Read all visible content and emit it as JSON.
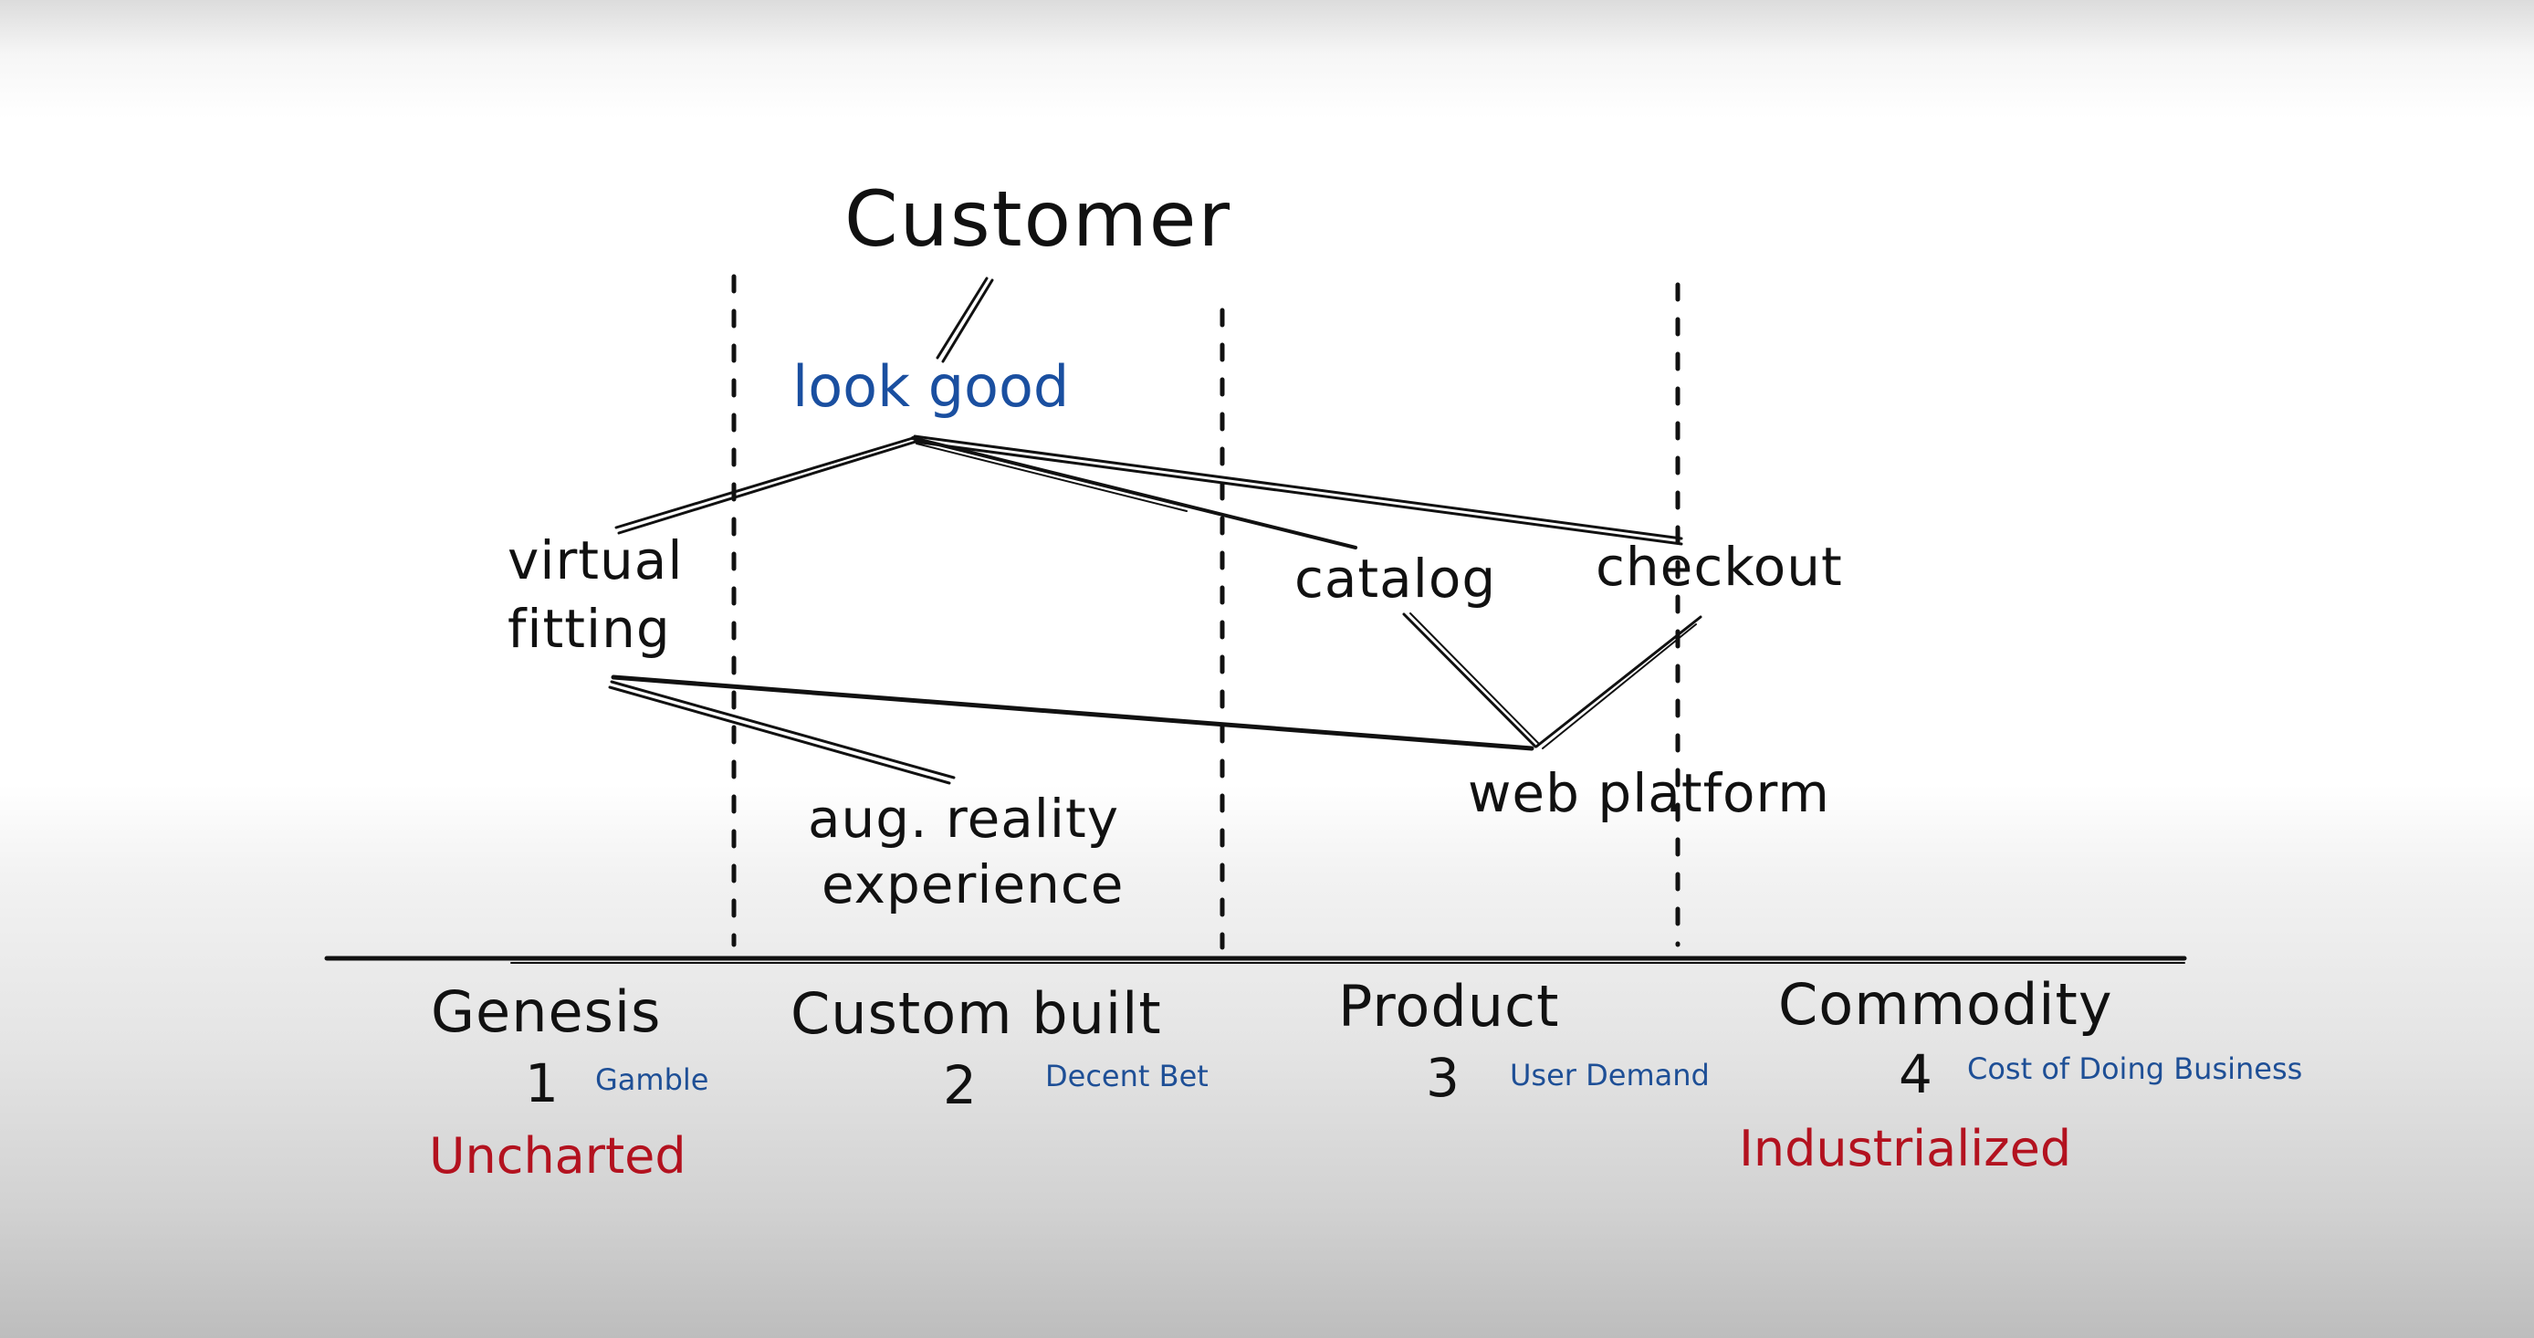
{
  "map": {
    "anchor": "Customer",
    "user_need": "look good",
    "components": [
      {
        "id": "virtual_fitting",
        "lines": [
          "virtual",
          "fitting"
        ]
      },
      {
        "id": "catalog",
        "lines": [
          "catalog"
        ]
      },
      {
        "id": "checkout",
        "lines": [
          "checkout"
        ]
      },
      {
        "id": "web_platform",
        "lines": [
          "web platform"
        ]
      },
      {
        "id": "aug_reality",
        "lines": [
          "aug. reality",
          "experience"
        ]
      }
    ],
    "links": [
      [
        "Customer",
        "look good"
      ],
      [
        "look good",
        "virtual fitting"
      ],
      [
        "look good",
        "catalog"
      ],
      [
        "look good",
        "checkout"
      ],
      [
        "virtual fitting",
        "web platform"
      ],
      [
        "virtual fitting",
        "aug. reality experience"
      ],
      [
        "catalog",
        "web platform"
      ],
      [
        "checkout",
        "web platform"
      ]
    ],
    "evolution_axis": {
      "stages": [
        {
          "name": "Genesis",
          "number": "1",
          "descriptor": "Gamble"
        },
        {
          "name": "Custom built",
          "number": "2",
          "descriptor": "Decent Bet"
        },
        {
          "name": "Product",
          "number": "3",
          "descriptor": "User Demand"
        },
        {
          "name": "Commodity",
          "number": "4",
          "descriptor": "Cost of Doing Business"
        }
      ],
      "zones": {
        "left": "Uncharted",
        "right": "Industrialized"
      }
    },
    "colors": {
      "ink": "#111111",
      "need": "#1a4fa0",
      "descriptor": "#1e4f96",
      "zone": "#b3121f"
    }
  }
}
